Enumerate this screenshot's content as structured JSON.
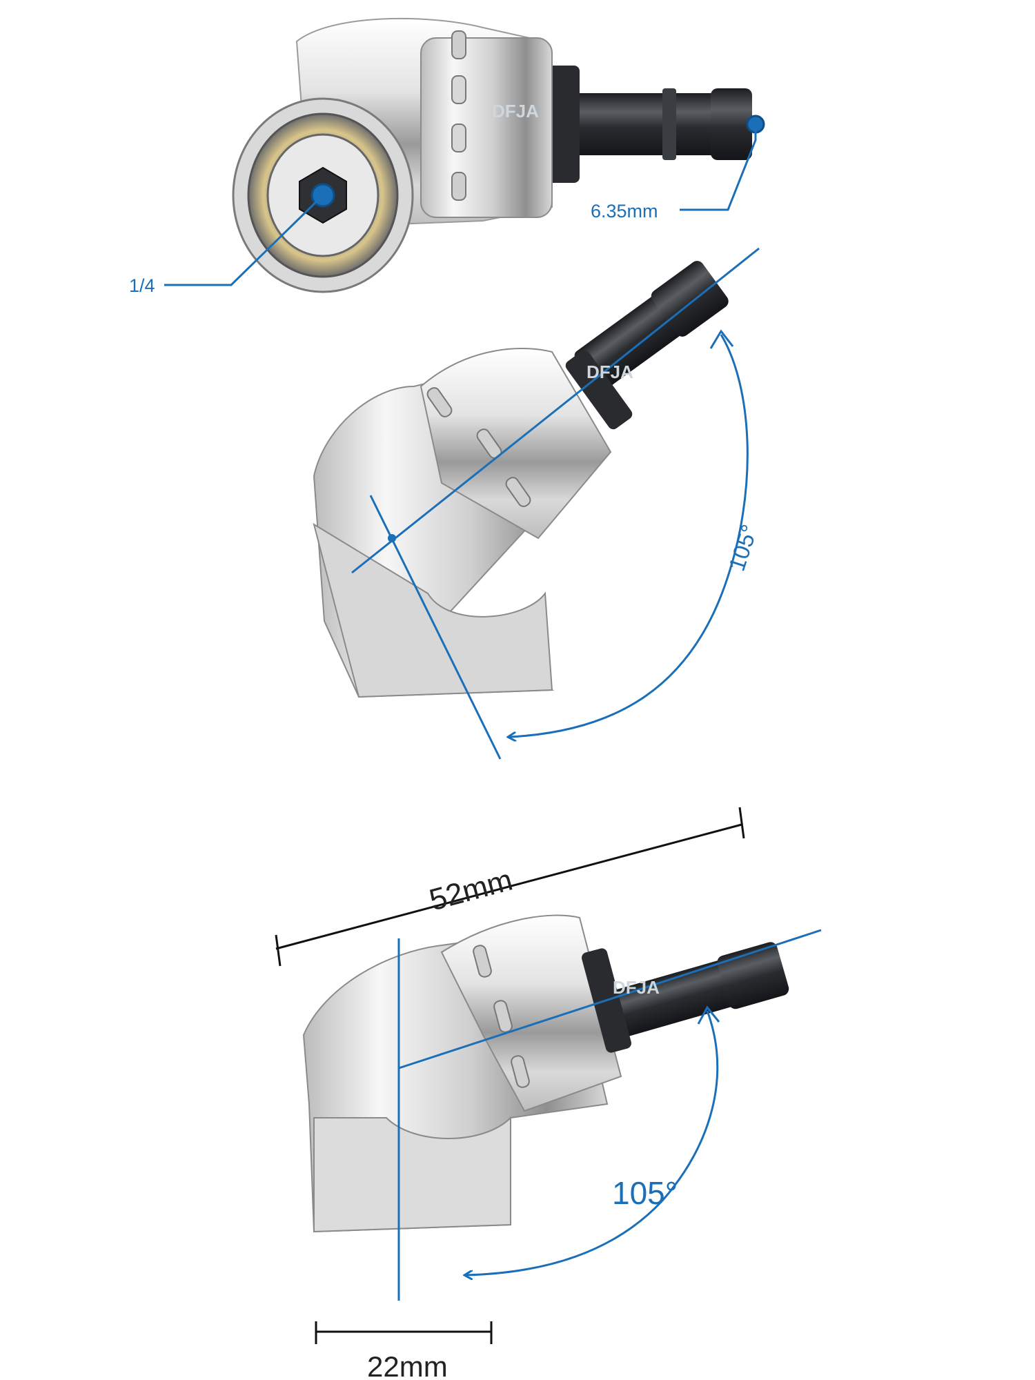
{
  "colors": {
    "annotation_blue": "#1a6fb8",
    "dimension_black": "#111111",
    "chrome_light": "#f2f2f2",
    "chrome_dark": "#8a8a8a",
    "shaft_black": "#2b2d30"
  },
  "views": {
    "top": {
      "watermark": "DFJA",
      "label_hex": "6.35mm",
      "label_socket": "1/4"
    },
    "middle": {
      "watermark": "DFJA",
      "angle_label": "105°"
    },
    "bottom": {
      "watermark": "DFJA",
      "length_label": "52mm",
      "angle_label": "105°",
      "width_label": "22mm"
    }
  }
}
